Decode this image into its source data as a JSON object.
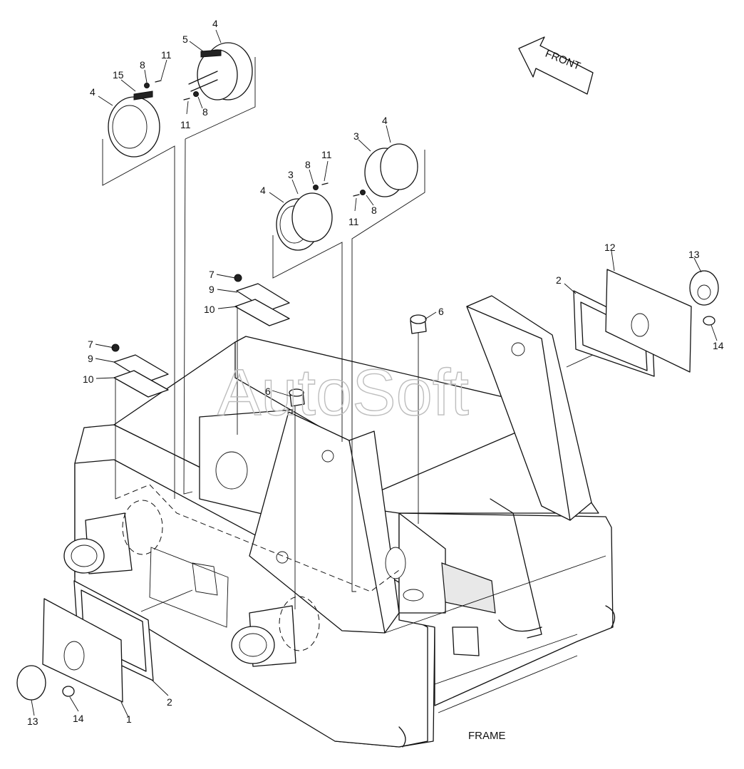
{
  "diagram": {
    "caption": "FRAME",
    "direction_label": "FRONT",
    "watermark": "AutoSoft",
    "callouts": {
      "c1": "1",
      "c2": "2",
      "c3": "3",
      "c4": "4",
      "c5": "5",
      "c6": "6",
      "c7": "7",
      "c8": "8",
      "c9": "9",
      "c10": "10",
      "c11": "11",
      "c12": "12",
      "c13": "13",
      "c14": "14",
      "c15": "15"
    }
  }
}
